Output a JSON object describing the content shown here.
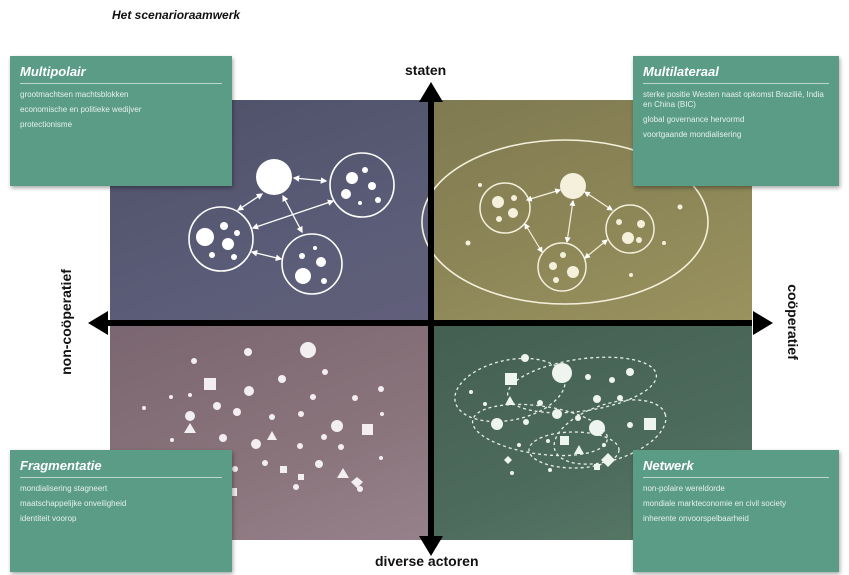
{
  "title": "Het scenarioraamwerk",
  "axes": {
    "top": "staten",
    "bottom": "diverse actoren",
    "left": "non-coöperatief",
    "right": "coöperatief"
  },
  "quadrants": {
    "top_left": {
      "title": "Multipolair",
      "items": [
        "grootmachtsen machtsblokken",
        "economische en politieke wedijver",
        "protectionisme"
      ],
      "color": "#565872"
    },
    "top_right": {
      "title": "Multilateraal",
      "items": [
        "sterke positie Westen naast opkomst Brazilië, India en China (BIC)",
        "global governance hervormd",
        "voortgaande mondialisering"
      ],
      "color": "#8d8657"
    },
    "bottom_left": {
      "title": "Fragmentatie",
      "items": [
        "mondialisering stagneert",
        "maatschappelijke onveiligheid",
        "identiteit voorop"
      ],
      "color": "#87727b"
    },
    "bottom_right": {
      "title": "Netwerk",
      "items": [
        "non-polaire wereldorde",
        "mondiale markteconomie en civil society",
        "inherente onvoorspelbaarheid"
      ],
      "color": "#4c6a5c"
    }
  },
  "box_color": "#5b9c86"
}
